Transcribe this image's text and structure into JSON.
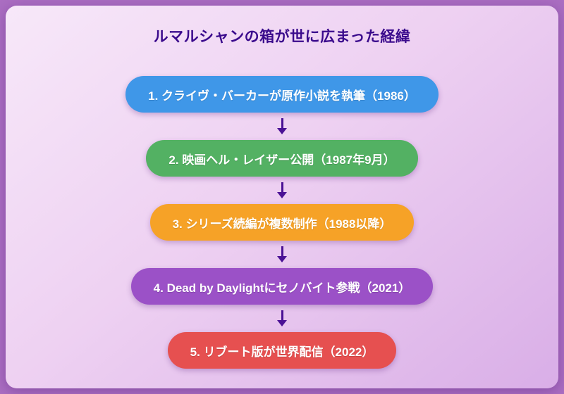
{
  "title": "ルマルシャンの箱が世に広まった経緯",
  "colors": {
    "title_text": "#3a0a8c",
    "arrow": "#4a1195",
    "step_text": "#ffffff",
    "card_bg_start": "#f7e8f9",
    "card_bg_end": "#d9aee7",
    "outer_bg": "#ab6ec2"
  },
  "steps": [
    {
      "label": "1. クライヴ・バーカーが原作小説を執筆（1986）",
      "color": "#3f97e8"
    },
    {
      "label": "2. 映画ヘル・レイザー公開（1987年9月）",
      "color": "#53b163"
    },
    {
      "label": "3. シリーズ続編が複数制作（1988以降）",
      "color": "#f6a227"
    },
    {
      "label": "4. Dead by Daylightにセノバイト参戦（2021）",
      "color": "#9b51c7"
    },
    {
      "label": "5. リブート版が世界配信（2022）",
      "color": "#e65050"
    }
  ]
}
